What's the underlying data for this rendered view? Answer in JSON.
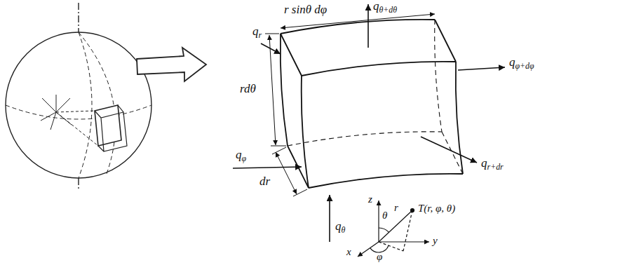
{
  "diagram": {
    "labels": [
      "qθ+dθ",
      "r sinθ dφ",
      "qr",
      "rdθ",
      "qφ",
      "qφ+dφ",
      "dr",
      "qr+dr",
      "qθ",
      "z",
      "θ",
      "T(r, φ, θ)",
      "r",
      "y",
      "φ",
      "x"
    ]
  }
}
